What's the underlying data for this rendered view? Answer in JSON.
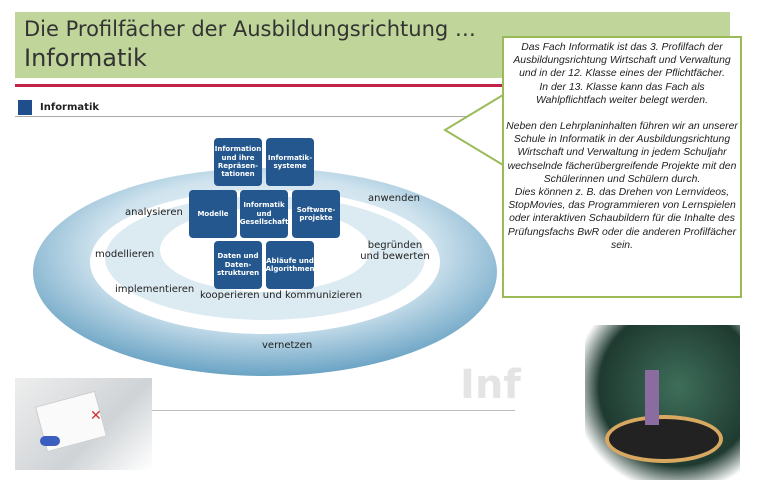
{
  "header": {
    "title_line1": "Die Profilfächer der Ausbildungsrichtung …",
    "title_line2": "Informatik"
  },
  "section": {
    "label": "Informatik"
  },
  "diagram": {
    "tiles": [
      "Information und ihre Repräsen-tationen",
      "Informatik-systeme",
      "Modelle",
      "Informatik und Gesellschaft",
      "Software-projekte",
      "Daten und Daten-strukturen",
      "Abläufe und Algorithmen"
    ],
    "labels": {
      "analysieren": "analysieren",
      "anwenden": "anwenden",
      "modellieren": "modellieren",
      "begruenden": "begründen und bewerten",
      "implementieren": "implementieren",
      "kooperieren": "kooperieren und kommunizieren",
      "vernetzen": "vernetzen"
    }
  },
  "callout": {
    "p1": "Das Fach Informatik ist das 3. Profilfach der Ausbildungsrichtung Wirtschaft und Verwaltung und in der 12. Klasse eines der Pflichtfächer.",
    "p2": "In der 13. Klasse kann das Fach als Wahlpflichtfach weiter belegt werden.",
    "p3": "Neben den Lehrplaninhalten führen wir an unserer Schule in Informatik in der Ausbildungsrichtung Wirtschaft und Verwaltung in jedem Schuljahr wechselnde fächerübergreifende Projekte mit den Schülerinnen und Schülern durch.",
    "p4": "Dies können z. B. das Drehen von Lernvideos, StopMovies, das Programmieren von Lernspielen oder interaktiven Schaubildern für die Inhalte des Prüfungsfachs BwR oder die anderen Profilfächer sein."
  },
  "watermark": "Inf",
  "colors": {
    "green": "#c0d59a",
    "red": "#c0224a",
    "blue": "#24578e"
  }
}
